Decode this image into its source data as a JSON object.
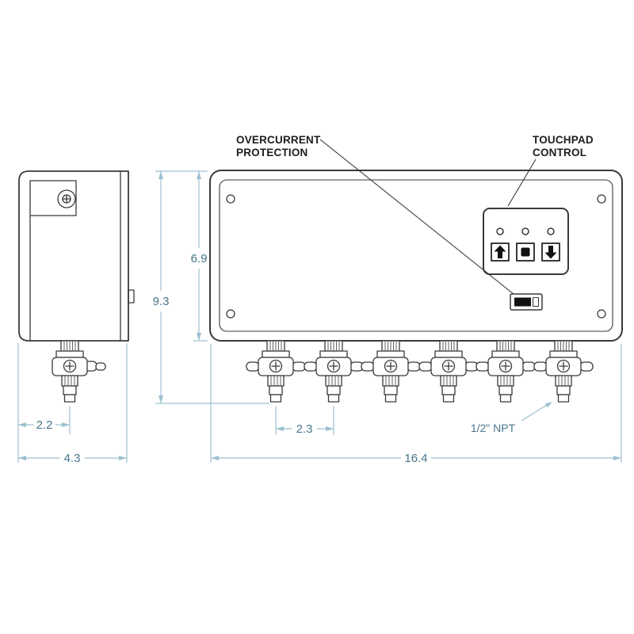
{
  "colors": {
    "background": "#ffffff",
    "drawing_line": "#3a3a3a",
    "callout_line": "#2a2a2a",
    "dim_line": "#9cc0d0",
    "dim_text": "#48758b",
    "callout_text": "#1d1d1d",
    "button_fill": "#111111"
  },
  "callouts": {
    "overcurrent": {
      "line1": "OVERCURRENT",
      "line2": "PROTECTION"
    },
    "touchpad": {
      "line1": "TOUCHPAD",
      "line2": "CONTROL"
    }
  },
  "dimensions": {
    "front_box_height": "6.9",
    "front_total_height": "9.3",
    "side_valve_offset": "2.2",
    "side_overall_depth": "4.3",
    "valve_spacing": "2.3",
    "front_overall_width": "16.4",
    "valve_thread": "1/2\" NPT"
  },
  "touchpad": {
    "led_count": 3,
    "buttons": [
      {
        "name": "up-button",
        "icon": "up-arrow-icon"
      },
      {
        "name": "center-button",
        "icon": "filled-square-icon"
      },
      {
        "name": "down-button",
        "icon": "down-arrow-icon"
      }
    ]
  },
  "front_view": {
    "valve_count": 6,
    "mounting_hole_count": 4
  },
  "side_view": {
    "valve_count": 1
  }
}
